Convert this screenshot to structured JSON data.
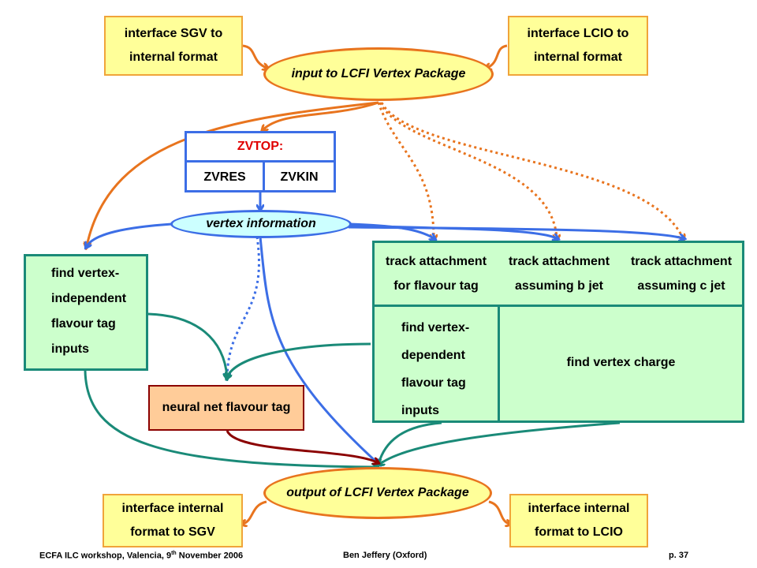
{
  "boxes": {
    "sgv_in": [
      "interface SGV to",
      "internal format"
    ],
    "lcio_in": [
      "interface LCIO to",
      "internal format"
    ],
    "input_pkg": "input to LCFI Vertex Package",
    "zvtop": "ZVTOP:",
    "zvres": "ZVRES",
    "zvkin": "ZVKIN",
    "vertex_info": "vertex information",
    "find_indep": [
      "find vertex-",
      "independent",
      "flavour tag",
      "inputs"
    ],
    "track_flavour": [
      "track attachment",
      "for flavour tag"
    ],
    "track_b": [
      "track attachment",
      "assuming b jet"
    ],
    "track_c": [
      "track attachment",
      "assuming c jet"
    ],
    "find_dep": [
      "find vertex-",
      "dependent",
      "flavour tag",
      "inputs"
    ],
    "vertex_charge": "find vertex charge",
    "neural_net": "neural net flavour tag",
    "output_pkg": "output of LCFI Vertex Package",
    "sgv_out": [
      "interface internal",
      "format to SGV"
    ],
    "lcio_out": [
      "interface internal",
      "format to LCIO"
    ]
  },
  "footer": {
    "left_a": "ECFA ILC workshop, Valencia, 9",
    "left_sup": "th",
    "left_b": " November  2006",
    "center": "Ben Jeffery (Oxford)",
    "right": "p. 37"
  },
  "colors": {
    "orange": "#e8741e",
    "blue": "#3c6ee6",
    "teal": "#1a8a78",
    "darkred": "#8b0000",
    "zvtop_text": "#e00000"
  }
}
